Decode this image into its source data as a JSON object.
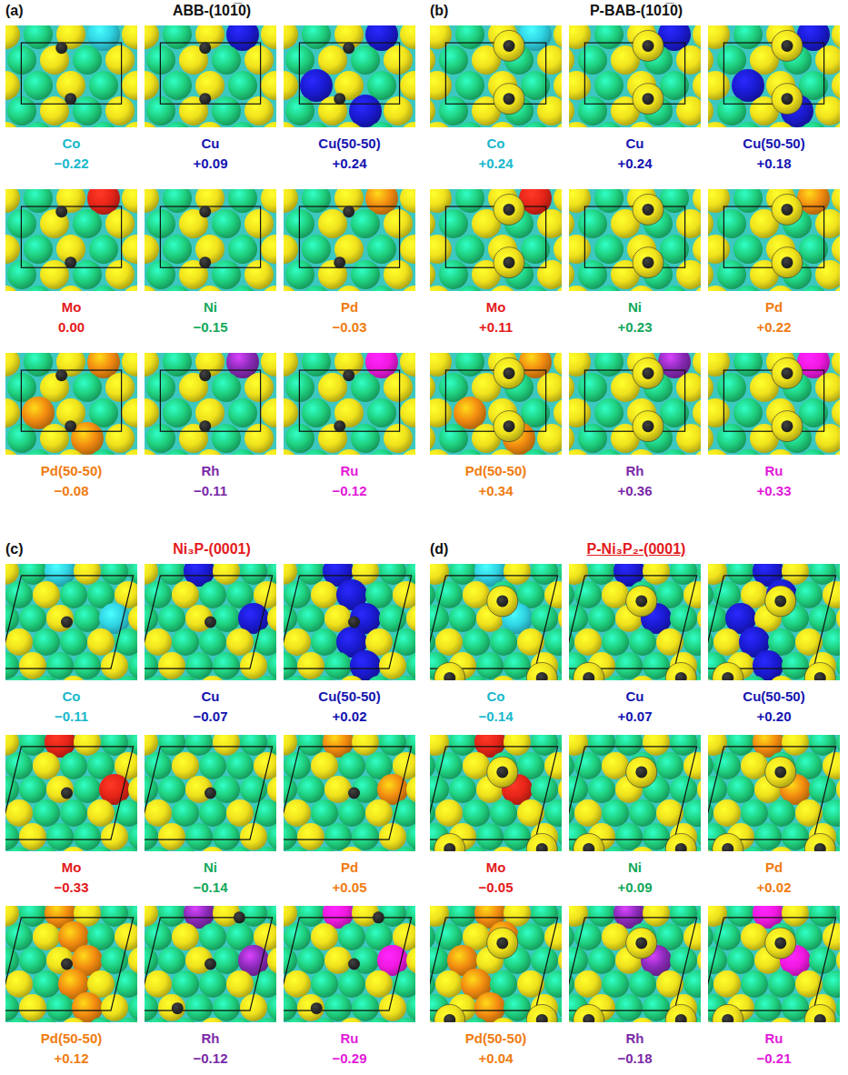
{
  "diagram": {
    "nodes": [
      {
        "text": [
          "(a)",
          "ABB-(101̅0)"
        ]
      },
      {
        "text": [
          "Co",
          "−0.22"
        ],
        "in": 0
      },
      {
        "text": [
          "Cu",
          "+0.09"
        ],
        "in": 0
      },
      {
        "text": [
          "Cu(50-50)",
          "+0.24"
        ],
        "in": 0
      },
      {
        "text": [
          "Mo",
          "0.00"
        ],
        "in": 0
      },
      {
        "text": [
          "Ni",
          "−0.15"
        ],
        "in": 0
      },
      {
        "text": [
          "Pd",
          "−0.03"
        ],
        "in": 0
      },
      {
        "text": [
          "Pd(50-50)",
          "−0.08"
        ],
        "in": 0
      },
      {
        "text": [
          "Rh",
          "−0.11"
        ],
        "in": 0
      },
      {
        "text": [
          "Ru",
          "−0.12"
        ],
        "in": 0
      },
      {
        "text": [
          "(b)",
          "P-BAB-(101̅0)"
        ]
      },
      {
        "text": [
          "Co",
          "+0.24"
        ],
        "in": 10
      },
      {
        "text": [
          "Cu",
          "+0.24"
        ],
        "in": 10
      },
      {
        "text": [
          "Cu(50-50)",
          "+0.18"
        ],
        "in": 10
      },
      {
        "text": [
          "Mo",
          "+0.11"
        ],
        "in": 10
      },
      {
        "text": [
          "Ni",
          "+0.23"
        ],
        "in": 10
      },
      {
        "text": [
          "Pd",
          "+0.22"
        ],
        "in": 10
      },
      {
        "text": [
          "Pd(50-50)",
          "+0.34"
        ],
        "in": 10
      },
      {
        "text": [
          "Rh",
          "+0.36"
        ],
        "in": 10
      },
      {
        "text": [
          "Ru",
          "+0.33"
        ],
        "in": 10
      },
      {
        "text": [
          "(c)",
          "Ni₃P-(0001)"
        ]
      },
      {
        "text": [
          "Co",
          "−0.11"
        ],
        "in": 20
      },
      {
        "text": [
          "Cu",
          "−0.07"
        ],
        "in": 20
      },
      {
        "text": [
          "Cu(50-50)",
          "+0.02"
        ],
        "in": 20
      },
      {
        "text": [
          "Mo",
          "−0.33"
        ],
        "in": 20
      },
      {
        "text": [
          "Ni",
          "−0.14"
        ],
        "in": 20
      },
      {
        "text": [
          "Pd",
          "+0.05"
        ],
        "in": 20
      },
      {
        "text": [
          "Pd(50-50)",
          "+0.12"
        ],
        "in": 20
      },
      {
        "text": [
          "Rh",
          "−0.12"
        ],
        "in": 20
      },
      {
        "text": [
          "Ru",
          "−0.29"
        ],
        "in": 20
      },
      {
        "text": [
          "(d)",
          "P-Ni₃P₂-(0001)"
        ]
      },
      {
        "text": [
          "Co",
          "−0.14"
        ],
        "in": 30
      },
      {
        "text": [
          "Cu",
          "+0.07"
        ],
        "in": 30
      },
      {
        "text": [
          "Cu(50-50)",
          "+0.20"
        ],
        "in": 30
      },
      {
        "text": [
          "Mo",
          "−0.05"
        ],
        "in": 30
      },
      {
        "text": [
          "Ni",
          "+0.09"
        ],
        "in": 30
      },
      {
        "text": [
          "Pd",
          "+0.02"
        ],
        "in": 30
      },
      {
        "text": [
          "Pd(50-50)",
          "+0.04"
        ],
        "in": 30
      },
      {
        "text": [
          "Rh",
          "−0.18"
        ],
        "in": 30
      },
      {
        "text": [
          "Ru",
          "−0.21"
        ],
        "in": 30
      }
    ]
  }
}
